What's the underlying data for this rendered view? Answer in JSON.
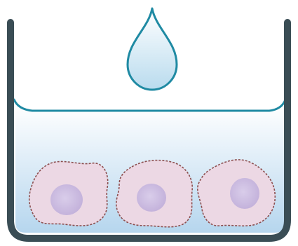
{
  "illustration": {
    "elements": [
      "drop",
      "medium",
      "dish",
      "cell",
      "cell",
      "cell"
    ]
  },
  "colors": {
    "background": "#ffffff",
    "dish": "#3a4d55",
    "drop_outline": "#1f8aa3",
    "drop_fill_top": "#ffffff",
    "drop_fill_bottom": "#b9dbee",
    "medium_line": "#1f8aa3",
    "medium_top": "#ffffff",
    "medium_bottom": "#b6d6ee",
    "cell_fill": "#ecd8e4",
    "cell_outline": "#8c4f4f",
    "nucleus": "#c7b6dd"
  }
}
